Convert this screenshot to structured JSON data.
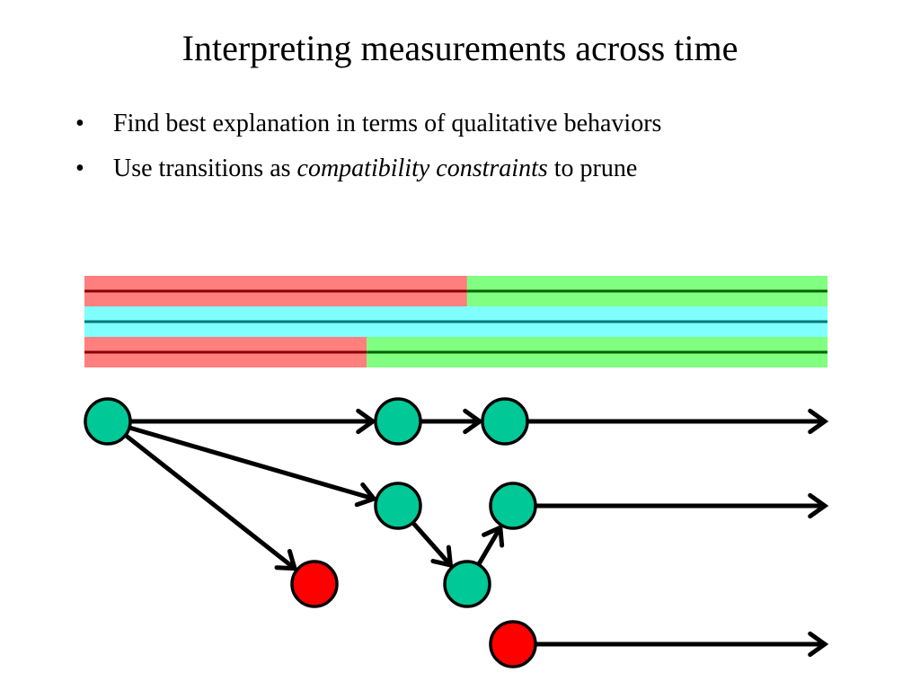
{
  "slide": {
    "title": "Interpreting measurements across time",
    "bullets": [
      {
        "text": "Find best explanation in terms of qualitative behaviors"
      },
      {
        "prefix": "Use transitions as ",
        "emphasis": "compatibility constraints",
        "suffix": " to prune"
      }
    ]
  },
  "colors": {
    "red_band": "#ff7f7f",
    "green_band": "#80ff80",
    "cyan_band": "#80ffff",
    "node_fill": "#00c896",
    "red_node_fill": "#ff0000",
    "arrow": "#000000"
  },
  "timeline_bands": [
    {
      "segments": [
        {
          "state": "red",
          "start": 0,
          "end": 0.515
        },
        {
          "state": "green",
          "start": 0.515,
          "end": 1
        }
      ]
    },
    {
      "segments": [
        {
          "state": "cyan",
          "start": 0,
          "end": 1
        }
      ]
    },
    {
      "segments": [
        {
          "state": "red",
          "start": 0,
          "end": 0.38
        },
        {
          "state": "green",
          "start": 0.38,
          "end": 1
        }
      ]
    }
  ],
  "graph": {
    "nodes": [
      {
        "id": "n0",
        "color": "green"
      },
      {
        "id": "n1",
        "color": "green"
      },
      {
        "id": "n2",
        "color": "green"
      },
      {
        "id": "n3",
        "color": "green"
      },
      {
        "id": "n4",
        "color": "green"
      },
      {
        "id": "n5",
        "color": "green"
      },
      {
        "id": "n6",
        "color": "red"
      },
      {
        "id": "n7",
        "color": "red"
      }
    ],
    "edges": [
      {
        "from": "n0",
        "to": "n1"
      },
      {
        "from": "n1",
        "to": "n2"
      },
      {
        "from": "n0",
        "to": "n3"
      },
      {
        "from": "n0",
        "to": "n6"
      },
      {
        "from": "n3",
        "to": "n5"
      },
      {
        "from": "n5",
        "to": "n4"
      }
    ],
    "open_edges": [
      "n2",
      "n4",
      "n7"
    ]
  }
}
